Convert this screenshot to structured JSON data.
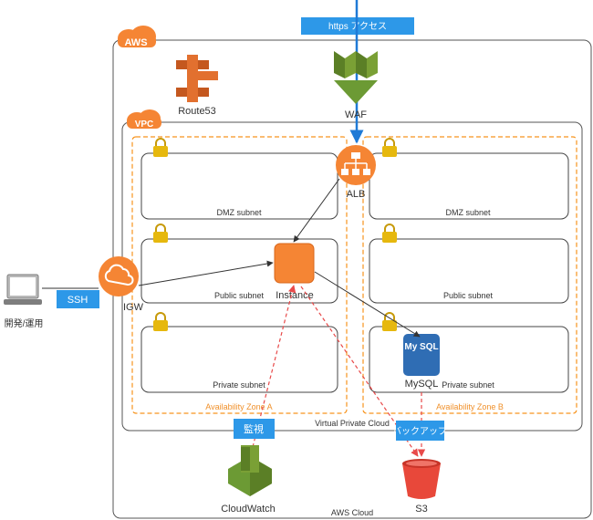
{
  "header_bar": "https アクセス",
  "aws_badge": "AWS",
  "vpc_badge": "VPC",
  "route53_label": "Route53",
  "waf_label": "WAF",
  "alb_label": "ALB",
  "igw_label": "IGW",
  "instance_label": "Instance",
  "mysql_icon_text": "My SQL",
  "mysql_label": "MySQL",
  "ssh_label": "SSH",
  "dev_label": "開発/運用",
  "zone_a": {
    "dmz": "DMZ subnet",
    "public": "Public subnet",
    "private": "Private subnet",
    "name": "Availability Zone A"
  },
  "zone_b": {
    "dmz": "DMZ subnet",
    "public": "Public subnet",
    "private": "Private subnet",
    "name": "Availability Zone B"
  },
  "monitor_label": "監視",
  "backup_label": "バックアップ",
  "vpc_caption": "Virtual Private Cloud",
  "cloudwatch_label": "CloudWatch",
  "s3_label": "S3",
  "aws_cloud_caption": "AWS Cloud",
  "colors": {
    "aws_orange": "#f58534",
    "zone_dash": "#f7941d",
    "callout_blue": "#2d98e8",
    "route53": "#e2702f",
    "waf": "#7aa035",
    "mysql": "#2f6db4",
    "s3": "#e8483a",
    "cloudwatch": "#6c9a34",
    "lock": "#e6b80e",
    "dash_arrow": "#e84a4a"
  }
}
